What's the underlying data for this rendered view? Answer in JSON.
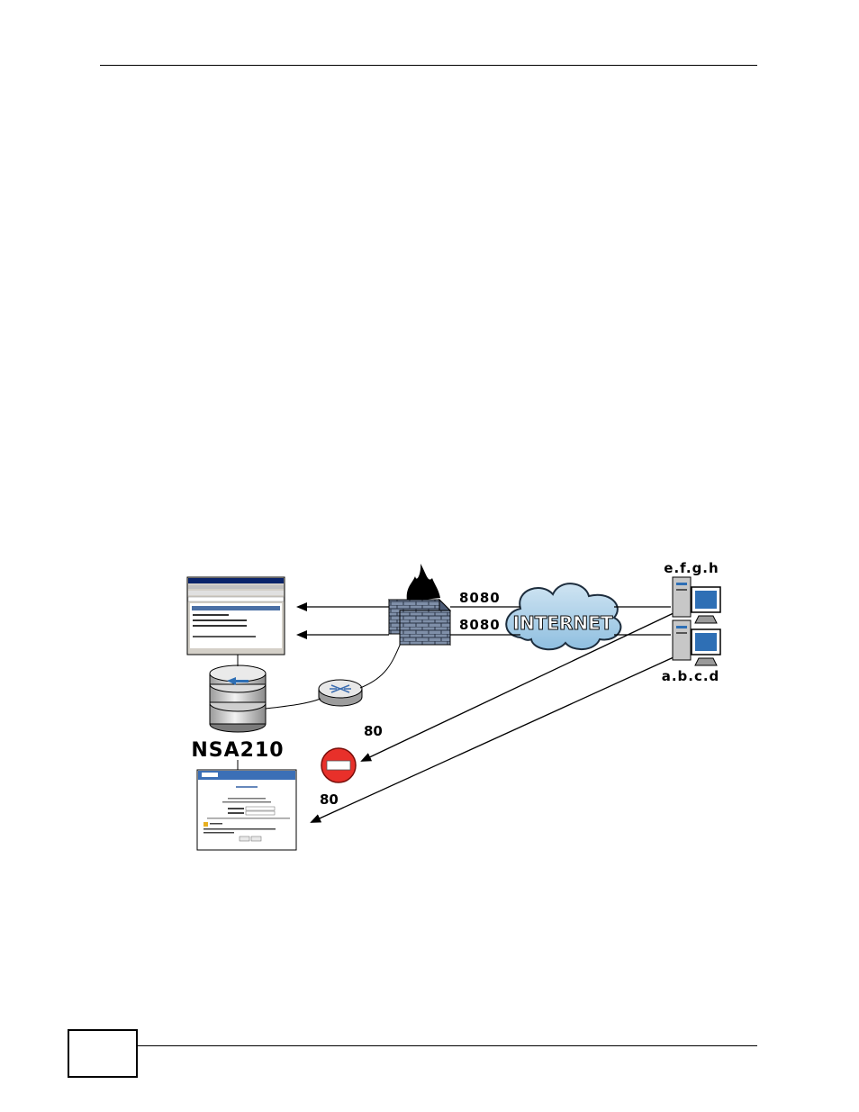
{
  "diagram": {
    "device_label": "NSA210",
    "cloud_label": "INTERNET",
    "port_top": "8080",
    "port_middle": "8080",
    "port_blocked": "80",
    "port_bottom": "80",
    "host_top": "e.f.g.h",
    "host_bottom": "a.b.c.d"
  }
}
